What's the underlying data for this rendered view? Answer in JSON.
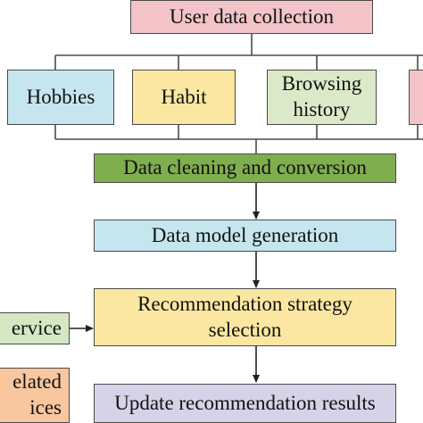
{
  "diagram": {
    "top": {
      "label": "User data collection"
    },
    "sources": [
      {
        "label": "Hobbies"
      },
      {
        "label": "Habit"
      },
      {
        "label_line1": "Browsing",
        "label_line2": "history"
      },
      {
        "label": ""
      }
    ],
    "steps": {
      "cleaning": "Data cleaning and conversion",
      "model": "Data model generation",
      "strategy_line1": "Recommendation strategy",
      "strategy_line2": "selection",
      "update": "Update recommendation results"
    },
    "side": {
      "service": "ervice",
      "related_line1": "elated",
      "related_line2": "ices"
    }
  },
  "colors": {
    "pink": "#f2c4c8",
    "blue": "#c6e6ef",
    "yellow": "#fbe7a1",
    "green_light": "#dce9c9",
    "green_dark": "#7fae4f",
    "service_green": "#d4e8c4",
    "orange": "#f8c7a0",
    "lavender": "#d6d2e8",
    "line": "#4a4a4a"
  }
}
